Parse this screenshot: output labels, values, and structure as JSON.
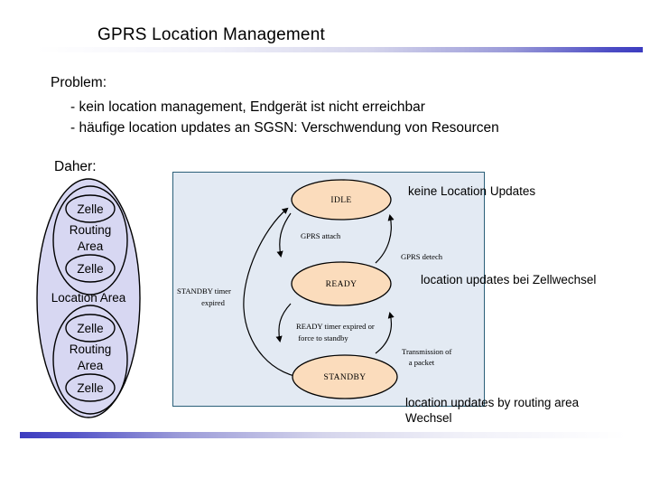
{
  "slide": {
    "title": "GPRS Location Management",
    "problem": {
      "heading": "Problem:",
      "bullets": [
        "- kein location management, Endgerät ist nicht erreichbar",
        "- häufige location updates an SGSN: Verschwendung von Resourcen"
      ]
    },
    "conclusion_label": "Daher:"
  },
  "location_figure": {
    "outer_label": "Location Area",
    "groups": [
      {
        "area_line1": "Routing",
        "area_line2": "Area",
        "cell_top": "Zelle",
        "cell_bottom": "Zelle"
      },
      {
        "area_line1": "Routing",
        "area_line2": "Area",
        "cell_top": "Zelle",
        "cell_bottom": "Zelle"
      }
    ],
    "fill_color": "#d7d7f2",
    "stroke_color": "#000000"
  },
  "state_machine": {
    "panel_fill": "#e3eaf3",
    "panel_border": "#2b6079",
    "state_fill": "#fbdcbc",
    "state_stroke": "#000000",
    "states": [
      {
        "id": "idle",
        "label": "IDLE"
      },
      {
        "id": "ready",
        "label": "READY"
      },
      {
        "id": "standby",
        "label": "STANDBY"
      }
    ],
    "transitions": [
      {
        "id": "idle-to-ready",
        "label": "GPRS attach"
      },
      {
        "id": "ready-to-idle",
        "label": "GPRS detech"
      },
      {
        "id": "ready-to-standby",
        "label_line1": "READY timer expired or",
        "label_line2": "force to standby"
      },
      {
        "id": "standby-to-ready",
        "label_line1": "Transmission of",
        "label_line2": "a packet"
      },
      {
        "id": "standby-to-idle",
        "label_line1": "STANDBY timer",
        "label_line2": "expired"
      }
    ]
  },
  "annotations": {
    "idle": "keine Location Updates",
    "ready": "location updates bei Zellwechsel",
    "standby_line1": "location updates by routing area",
    "standby_line2": "Wechsel"
  }
}
